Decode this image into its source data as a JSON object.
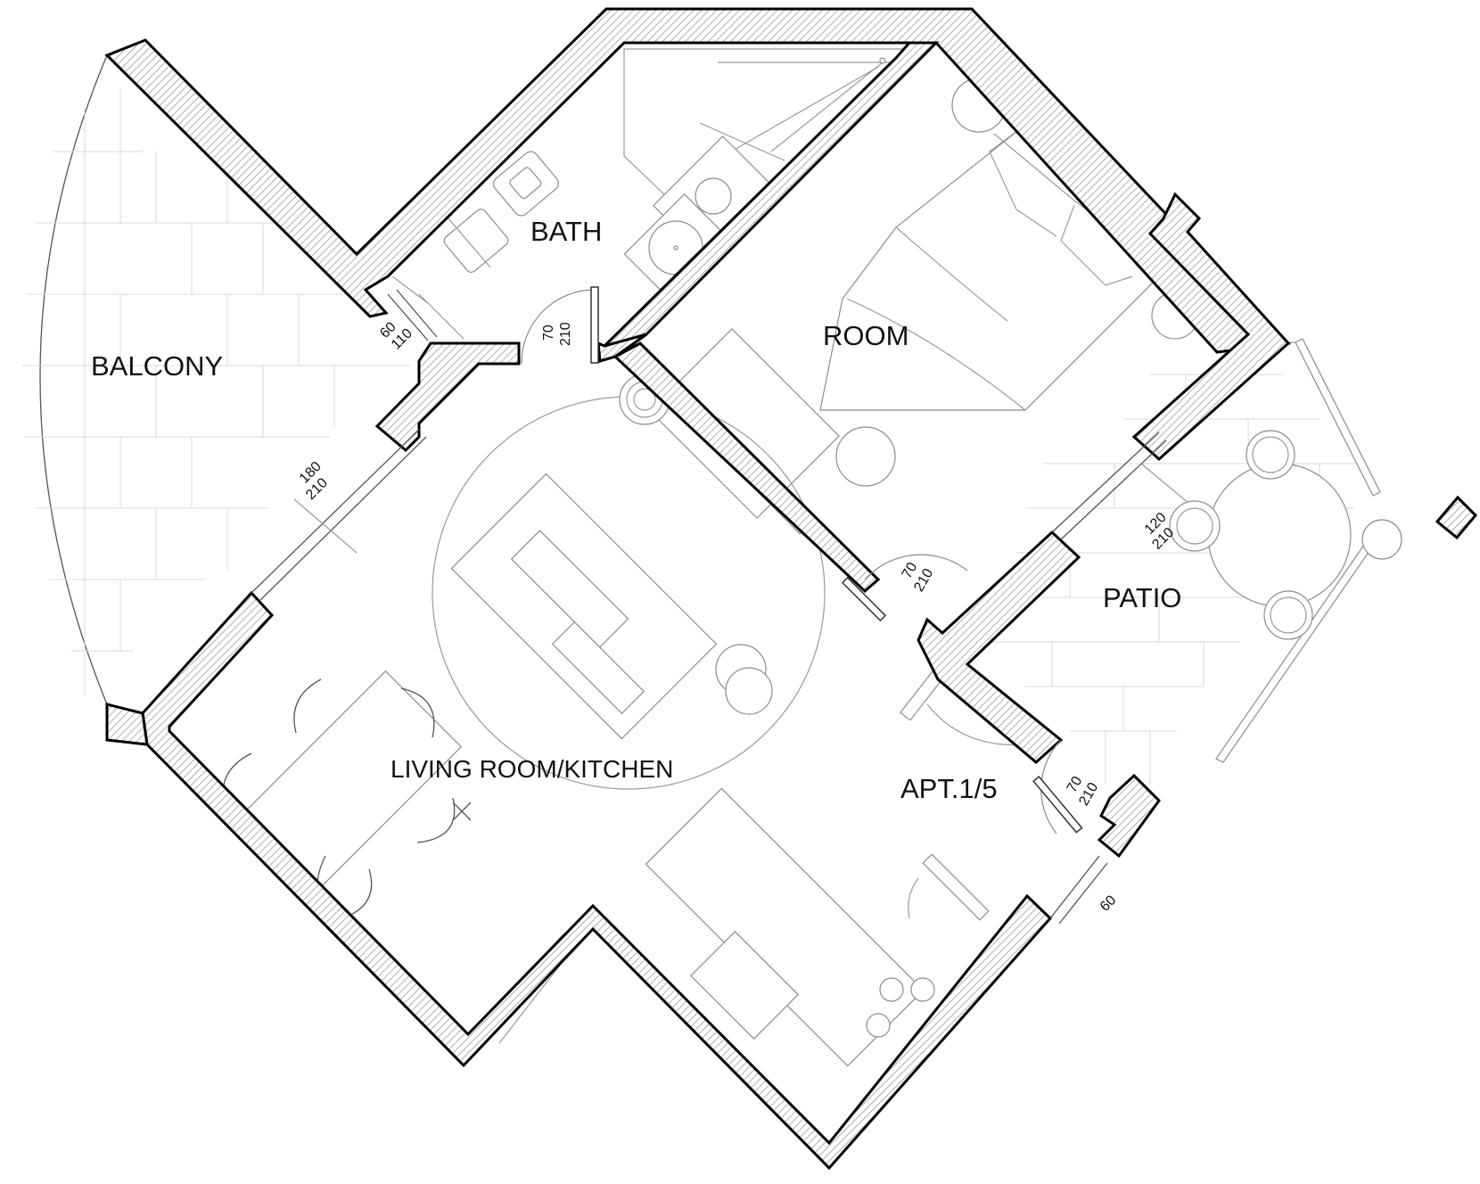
{
  "rooms": {
    "balcony": "BALCONY",
    "bath": "BATH",
    "room": "ROOM",
    "patio": "PATIO",
    "living": "LIVING ROOM/KITCHEN",
    "apartment": "APT.1/5"
  },
  "openings": {
    "bath_door": {
      "width": "70",
      "height": "210"
    },
    "bath_window": {
      "width": "60",
      "height": "110"
    },
    "balcony_door": {
      "width": "180",
      "height": "210"
    },
    "room_door": {
      "width": "70",
      "height": "210"
    },
    "patio_door": {
      "width": "120",
      "height": "210"
    },
    "entrance_door": {
      "width": "70",
      "height": "210"
    },
    "kitchen_window": {
      "width": "60"
    }
  },
  "colors": {
    "wall_outline": "#000000",
    "wall_hatch": "#bdbdbd",
    "furniture": "#8c8c8c",
    "tiles": "#d9d9d9",
    "background": "#ffffff"
  }
}
